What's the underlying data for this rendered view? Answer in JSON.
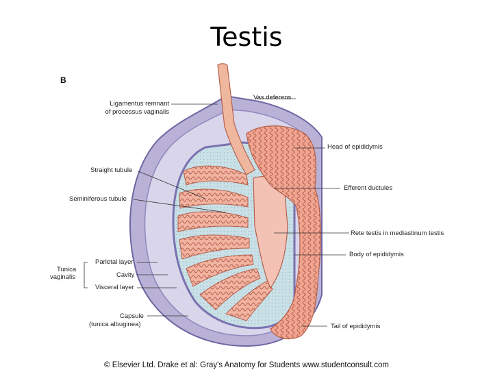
{
  "title": "Testis",
  "panel_letter": "B",
  "labels": {
    "vas_deferens": "Vas deferens",
    "ligamentous_remnant_line1": "Ligamentus remnant",
    "ligamentous_remnant_line2": "of processus vaginalis",
    "head_of_epididymis": "Head of epididymis",
    "straight_tubule": "Straight tubule",
    "efferent_ductules": "Efferent ductules",
    "seminiferous_tubule": "Seminiferous tubule",
    "rete_testis": "Rete testis in mediastinum testis",
    "tunica_vaginalis_line1": "Tunica",
    "tunica_vaginalis_line2": "vaginalis",
    "parietal_layer": "Parietal layer",
    "cavity": "Cavity",
    "visceral_layer": "Visceral layer",
    "body_of_epididymis": "Body of epididymis",
    "capsule_line1": "Capsule",
    "capsule_line2": "(tunica albuginea)",
    "tail_of_epididymis": "Tail of epididymis"
  },
  "copyright": "© Elsevier Ltd. Drake et al: Gray's Anatomy for Students www.studentconsult.com",
  "colors": {
    "tunica_outer": "#b9b2d6",
    "tunica_inner": "#8f86bd",
    "cavity": "#d9d5ea",
    "capsule": "#c9e0e6",
    "tubule_fill": "#f2b3a1",
    "tubule_line": "#b4604d",
    "epididymis": "#f0a591",
    "leader_line": "#333333"
  }
}
